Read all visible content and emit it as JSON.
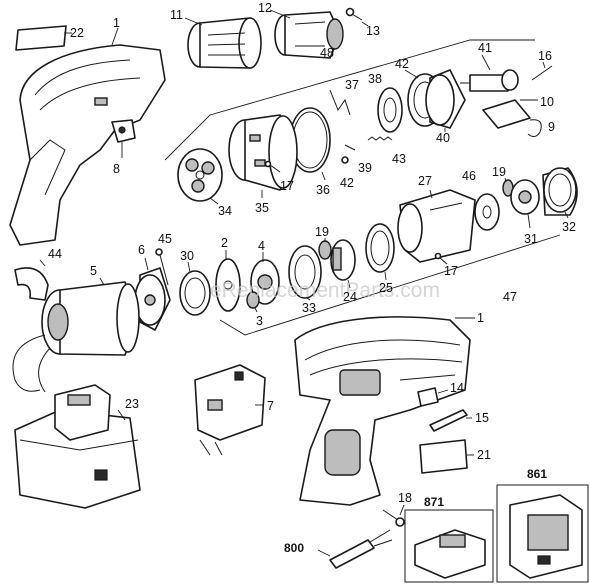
{
  "watermark": "eReplacementParts.com",
  "callouts": {
    "c1_top": "1",
    "c1_bottom": "1",
    "c2": "2",
    "c3": "3",
    "c4": "4",
    "c5": "5",
    "c6": "6",
    "c7": "7",
    "c8": "8",
    "c9": "9",
    "c10": "10",
    "c11": "11",
    "c12": "12",
    "c13": "13",
    "c14": "14",
    "c15": "15",
    "c16": "16",
    "c17_a": "17",
    "c17_b": "17",
    "c18": "18",
    "c19_a": "19",
    "c19_b": "19",
    "c21": "21",
    "c22": "22",
    "c23": "23",
    "c24": "24",
    "c25": "25",
    "c27": "27",
    "c30": "30",
    "c31": "31",
    "c32": "32",
    "c33": "33",
    "c34": "34",
    "c35": "35",
    "c36": "36",
    "c37": "37",
    "c38": "38",
    "c39": "39",
    "c40": "40",
    "c41": "41",
    "c42_a": "42",
    "c42_b": "42",
    "c43": "43",
    "c44": "44",
    "c45": "45",
    "c46": "46",
    "c47": "47",
    "c48": "48",
    "c800": "800",
    "c861": "861",
    "c871": "871"
  }
}
